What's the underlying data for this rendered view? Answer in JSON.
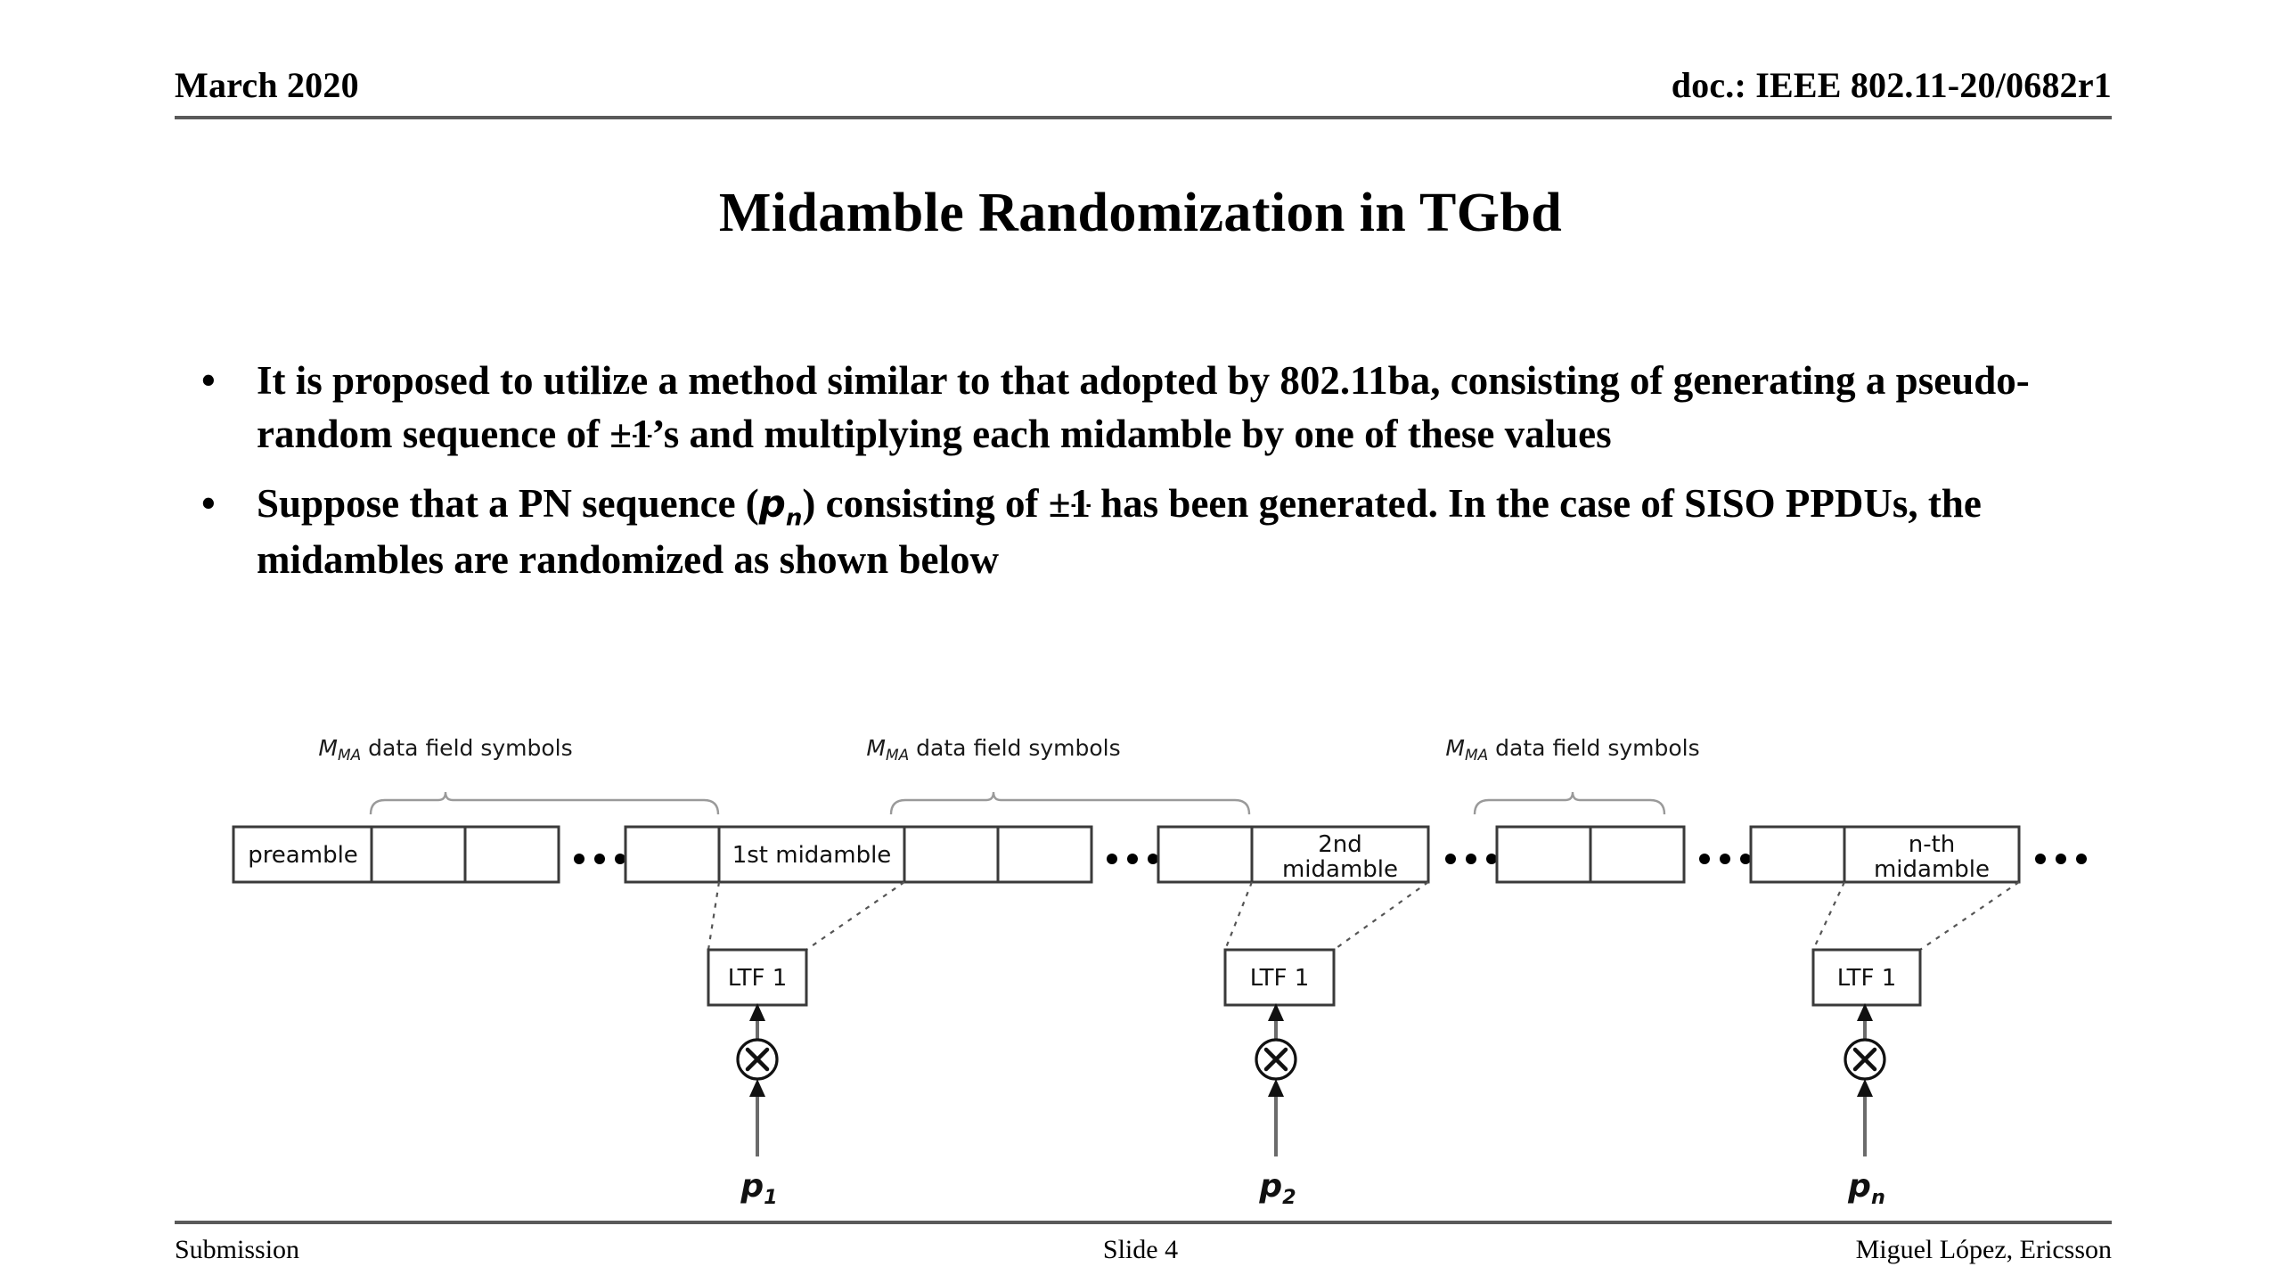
{
  "header": {
    "date": "March 2020",
    "doc": "doc.: IEEE 802.11-20/0682r1"
  },
  "title": "Midamble Randomization in TGbd",
  "bullets": [
    {
      "marker": "•",
      "segments": [
        {
          "text": "It is proposed to utilize a method similar to that adopted by 802.11ba, consisting of generating a pseudo-random sequence of "
        },
        {
          "text": "±1",
          "style": "plusminus"
        },
        {
          "text": "’s and multiplying each midamble by one of these values"
        }
      ]
    },
    {
      "marker": "•",
      "segments": [
        {
          "text": "Suppose that a PN sequence ("
        },
        {
          "text": "p",
          "style": "var",
          "sub": "n"
        },
        {
          "text": ") consisting of "
        },
        {
          "text": "±1",
          "style": "plusminus"
        },
        {
          "text": " has been generated. In the case of SISO PPDUs, the midambles are randomized as shown below"
        }
      ]
    }
  ],
  "diagram": {
    "brace_label": {
      "symbol": "M",
      "subscript": "MA",
      "text": " data field symbols"
    },
    "brace_labels": [
      "M_MA data field symbols",
      "M_MA data field symbols",
      "M_MA data field symbols"
    ],
    "ppdu_boxes": [
      {
        "label": "preamble",
        "lines": [
          "preamble"
        ]
      },
      {
        "label": "",
        "lines": []
      },
      {
        "label": "",
        "lines": []
      },
      {
        "label": "ellipsis",
        "lines": [
          "…"
        ]
      },
      {
        "label": "",
        "lines": []
      },
      {
        "label": "1st midamble",
        "lines": [
          "1st midamble"
        ]
      },
      {
        "label": "",
        "lines": []
      },
      {
        "label": "",
        "lines": []
      },
      {
        "label": "ellipsis",
        "lines": [
          "…"
        ]
      },
      {
        "label": "",
        "lines": []
      },
      {
        "label": "2nd midamble",
        "lines": [
          "2nd",
          "midamble"
        ]
      },
      {
        "label": "ellipsis",
        "lines": [
          "…"
        ]
      },
      {
        "label": "",
        "lines": []
      },
      {
        "label": "",
        "lines": []
      },
      {
        "label": "ellipsis",
        "lines": [
          "…"
        ]
      },
      {
        "label": "",
        "lines": []
      },
      {
        "label": "n-th midamble",
        "lines": [
          "n-th",
          "midamble"
        ]
      },
      {
        "label": "ellipsis",
        "lines": [
          "…"
        ]
      }
    ],
    "ltf_boxes": [
      {
        "label": "LTF 1"
      },
      {
        "label": "LTF 1"
      },
      {
        "label": "LTF 1"
      }
    ],
    "multiplier_symbol": "X",
    "pn_labels": [
      {
        "symbol": "p",
        "sub": "1"
      },
      {
        "symbol": "p",
        "sub": "2"
      },
      {
        "symbol": "p",
        "sub": "n"
      }
    ]
  },
  "footer": {
    "left": "Submission",
    "center": "Slide 4",
    "right": "Miguel López, Ericsson"
  },
  "colors": {
    "rule": "#5a5a5a",
    "box_stroke": "#3a3a3a",
    "brace": "#9a9a9a",
    "arrow": "#6b6b6b",
    "text": "#000000"
  }
}
